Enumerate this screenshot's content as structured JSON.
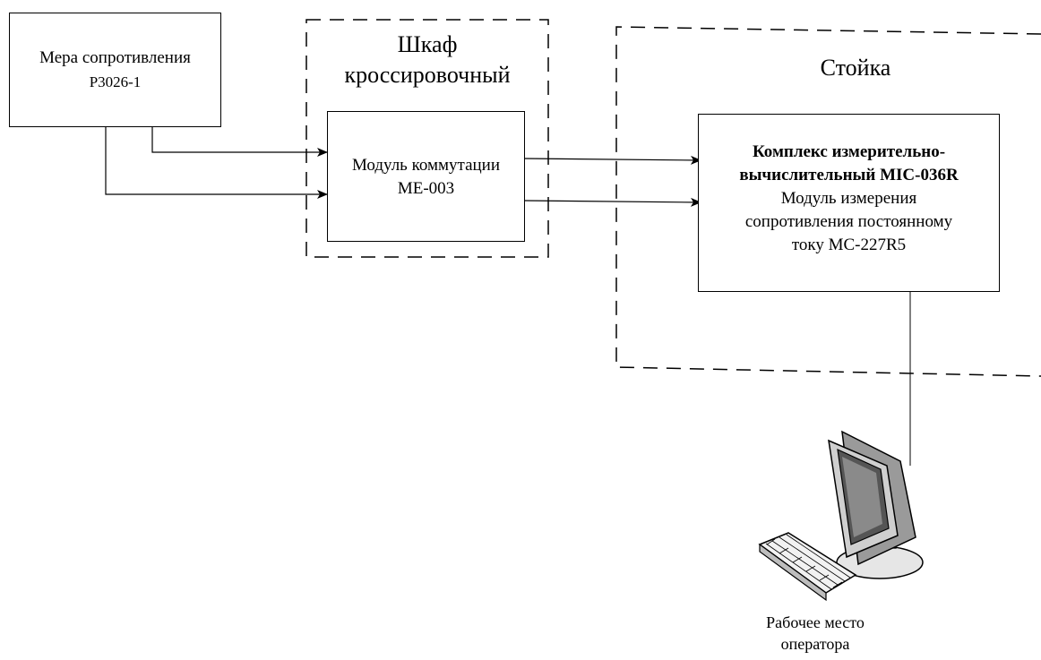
{
  "resistance_measure": {
    "line1": "Мера сопротивления",
    "line2": "Р3026-1"
  },
  "cabinet": {
    "line1": "Шкаф",
    "line2": "кроссировочный"
  },
  "switch_module": {
    "line1": "Модуль коммутации",
    "line2": "МЕ-003"
  },
  "rack": {
    "label": "Стойка"
  },
  "complex": {
    "title_line1": "Комплекс измерительно-",
    "title_line2": "вычислительный MIC-036R",
    "desc_line1": "Модуль измерения",
    "desc_line2": "сопротивления постоянному",
    "desc_line3": "току МС-227R5"
  },
  "workstation": {
    "line1": "Рабочее место",
    "line2": "оператора"
  }
}
